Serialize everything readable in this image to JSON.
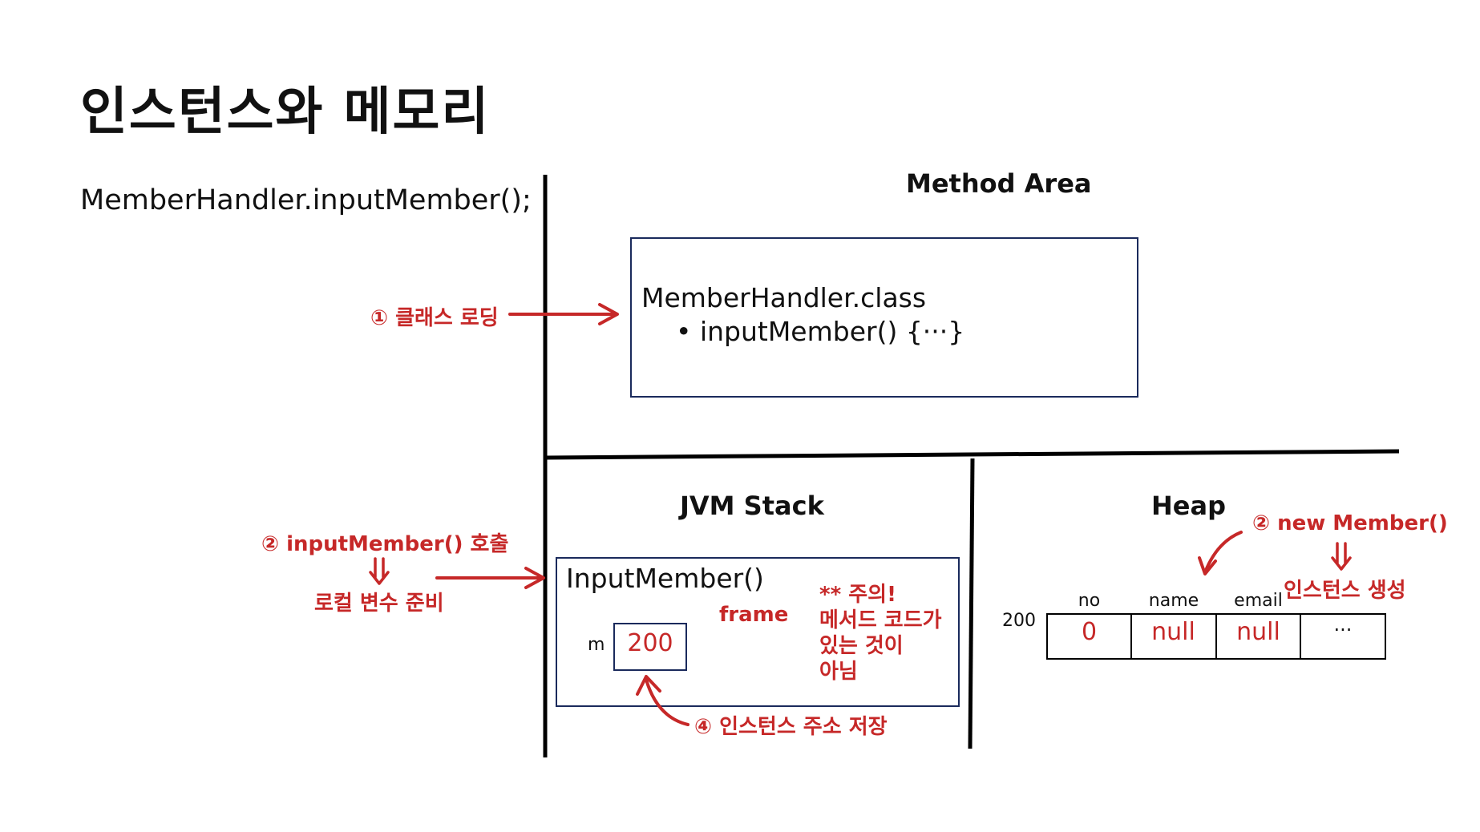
{
  "title": "인스턴스와 메모리",
  "call_statement": "MemberHandler.inputMember();",
  "method_area": {
    "title": "Method Area",
    "class_name": "MemberHandler.class",
    "method_entry": "• inputMember() {···}"
  },
  "jvm_stack": {
    "title": "JVM Stack",
    "frame_name": "InputMember()",
    "frame_label": "frame",
    "var_name": "m",
    "var_value": "200",
    "note": [
      "** 주의!",
      "메서드 코드가",
      "있는 것이",
      "아님"
    ]
  },
  "heap": {
    "title": "Heap",
    "address": "200",
    "headers": [
      "no",
      "name",
      "email"
    ],
    "values": [
      "0",
      "null",
      "null",
      "···"
    ]
  },
  "annotations": {
    "step1": "① 클래스 로딩",
    "step2": "② inputMember() 호출",
    "step2_sub": "로컬 변수 준비",
    "step2_heap": "② new Member()",
    "step2_heap_sub": "인스턴스 생성",
    "step4": "④ 인스턴스 주소 저장"
  },
  "colors": {
    "annotation_red": "#c62828",
    "box_border": "#1a2a5c",
    "divider": "#000000"
  }
}
